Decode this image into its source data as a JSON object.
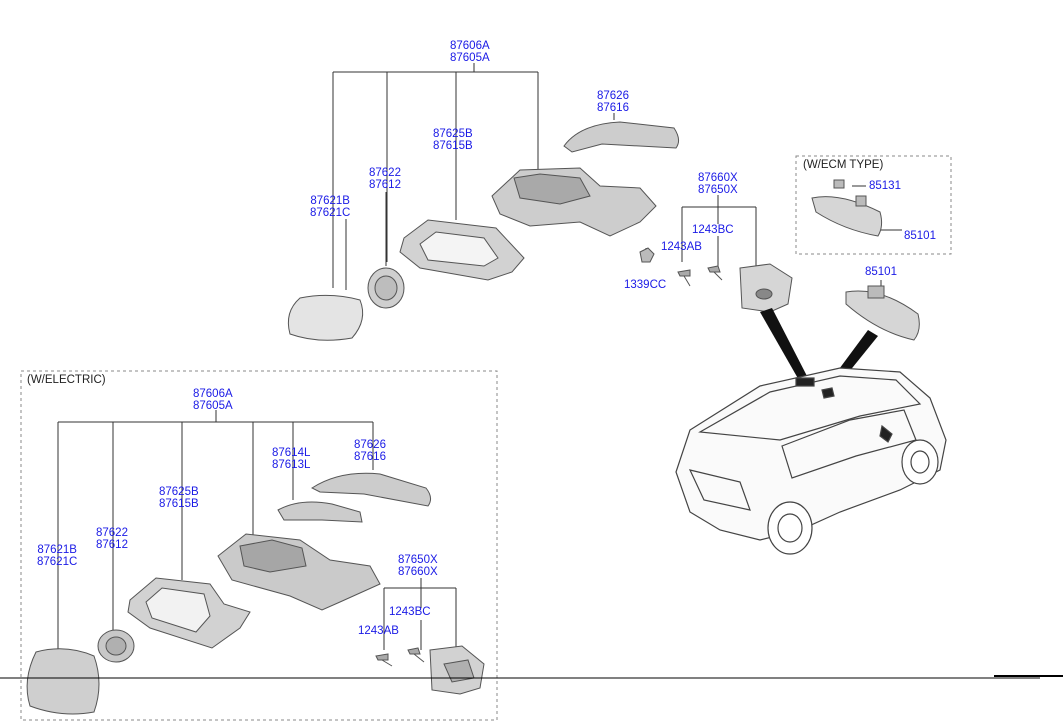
{
  "upper_assembly": {
    "header": [
      "87606A",
      "87605A"
    ],
    "cover": [
      "87626",
      "87616"
    ],
    "holder": [
      "87625B",
      "87615B"
    ],
    "actuator": [
      "87622",
      "87612"
    ],
    "glass": [
      "87621B",
      "87621C"
    ],
    "nut": "1339CC"
  },
  "upper_bracket": {
    "header": [
      "87660X",
      "87650X"
    ],
    "screw_a": "1243BC",
    "screw_b": "1243AB"
  },
  "ecm": {
    "caption": "(W/ECM TYPE)",
    "cover": "85131",
    "mirror": "85101"
  },
  "inside_mirror": "85101",
  "electric": {
    "caption": "(W/ELECTRIC)",
    "header": [
      "87606A",
      "87605A"
    ],
    "cover": [
      "87626",
      "87616"
    ],
    "repeater": [
      "87614L",
      "87613L"
    ],
    "holder": [
      "87625B",
      "87615B"
    ],
    "actuator": [
      "87622",
      "87612"
    ],
    "glass": [
      "87621B",
      "87621C"
    ],
    "bracket_header": [
      "87650X",
      "87660X"
    ],
    "screw_a": "1243BC",
    "screw_b": "1243AB"
  },
  "colors": {
    "label": "#1a1ae6",
    "line": "#333333",
    "part": "#d6d6d6",
    "box": "#8a8a8a"
  }
}
